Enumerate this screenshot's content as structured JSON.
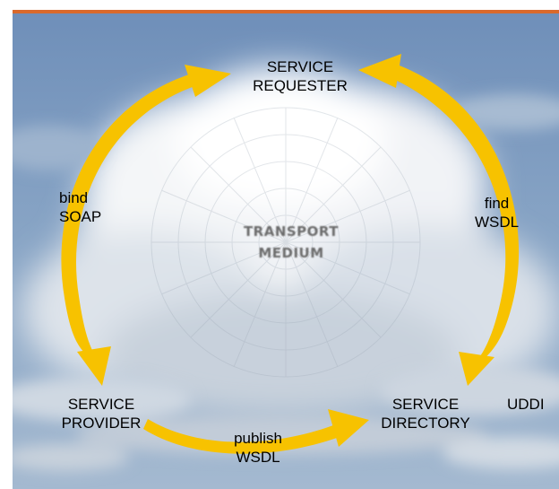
{
  "nodes": {
    "requester": [
      "SERVICE",
      "REQUESTER"
    ],
    "provider": [
      "SERVICE",
      "PROVIDER"
    ],
    "directory": [
      "SERVICE",
      "DIRECTORY"
    ]
  },
  "labels": {
    "bind": [
      "bind",
      "SOAP"
    ],
    "find": [
      "find",
      "WSDL"
    ],
    "publish": [
      "publish",
      "WSDL"
    ],
    "uddi": "UDDI"
  },
  "center": [
    "TRANSPORT",
    "MEDIUM"
  ],
  "colors": {
    "arrow": "#f7c200",
    "rule": "#d9692b",
    "sky_top": "#6e8fb8",
    "sky_bottom": "#9fb6cf"
  }
}
